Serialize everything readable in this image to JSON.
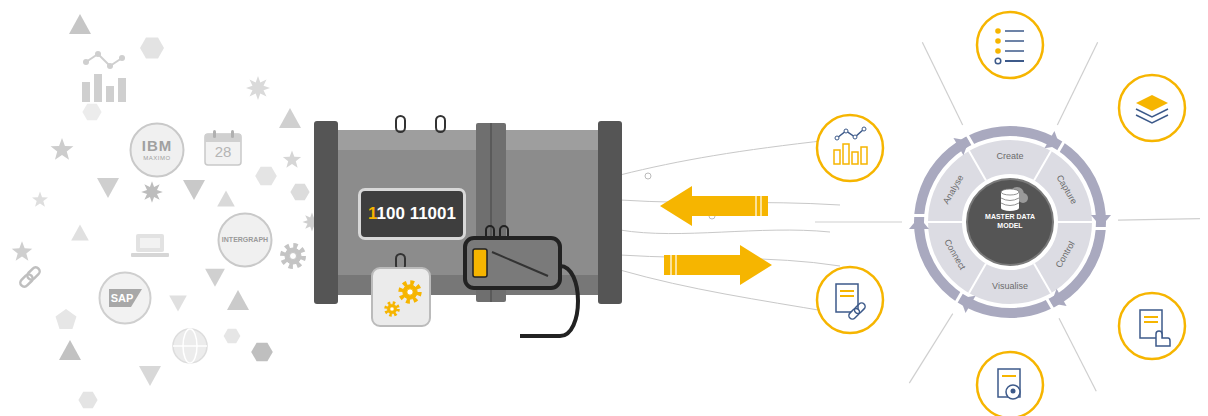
{
  "diagram": {
    "nodes": [
      {
        "text": [
          "IBM",
          "MAXIMO"
        ]
      },
      {
        "text": [
          "28"
        ]
      },
      {
        "text": [
          "INTERGRAPH"
        ]
      },
      {
        "text": [
          "SAP"
        ]
      },
      {
        "text": [
          "1100 11001"
        ]
      },
      {
        "text": [
          "MASTER DATA MODEL"
        ]
      },
      {
        "text": [
          "Create"
        ]
      },
      {
        "text": [
          "Capture"
        ]
      },
      {
        "text": [
          "Control"
        ]
      },
      {
        "text": [
          "Visualise"
        ]
      },
      {
        "text": [
          "Connect"
        ]
      },
      {
        "text": [
          "Analyse"
        ]
      }
    ]
  }
}
